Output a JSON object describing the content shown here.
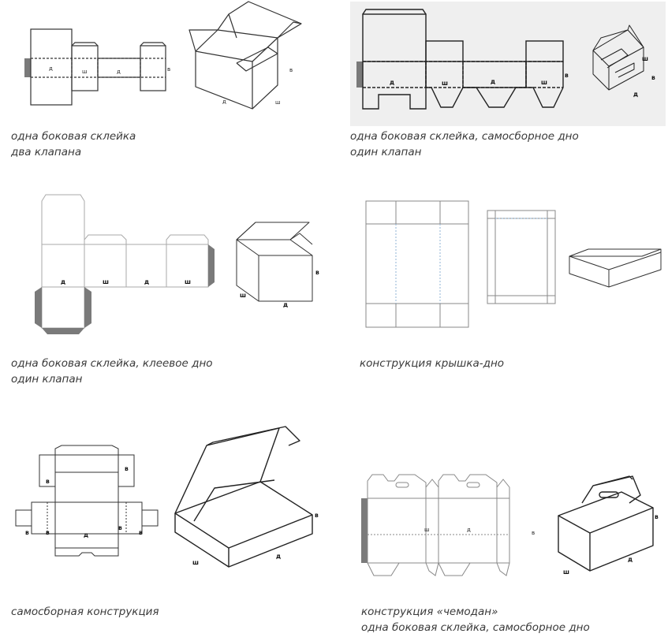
{
  "colors": {
    "line": "#333333",
    "light_line": "#9a9a9a",
    "glue_tab": "#7a7a7a",
    "panel_bg": "#efefef",
    "cut_blue": "#8fb3d6"
  },
  "items": [
    {
      "caption_lines": [
        "одна  боковая  склейка",
        "два клапана"
      ],
      "flat_labels": [
        "д",
        "ш",
        "д",
        "в"
      ],
      "box_labels": [
        "в",
        "д",
        "ш"
      ]
    },
    {
      "caption_lines": [
        "одна  боковая  склейка, самосборное дно",
        "один клапан"
      ],
      "flat_labels": [
        "д",
        "ш",
        "д",
        "ш",
        "в"
      ],
      "box_labels": [
        "ш",
        "в",
        "д"
      ]
    },
    {
      "caption_lines": [
        "одна  боковая  склейка, клеевое дно",
        "один клапан"
      ],
      "flat_labels": [
        "д",
        "ш",
        "д",
        "ш"
      ],
      "box_labels": [
        "в",
        "ш",
        "д"
      ]
    },
    {
      "caption_lines": [
        "конструкция крышка-дно"
      ],
      "flat_labels": [],
      "box_labels": []
    },
    {
      "caption_lines": [
        "самосборная конструкция"
      ],
      "flat_labels": [
        "в",
        "в",
        "в",
        "в",
        "в",
        "д",
        "в"
      ],
      "box_labels": [
        "в",
        "ш",
        "д"
      ]
    },
    {
      "caption_lines": [
        "конструкция  «чемодан»",
        "одна  боковая  склейка, самосборное дно"
      ],
      "flat_labels": [
        "ш",
        "д",
        "в"
      ],
      "box_labels": [
        "в",
        "ш",
        "д"
      ]
    }
  ]
}
